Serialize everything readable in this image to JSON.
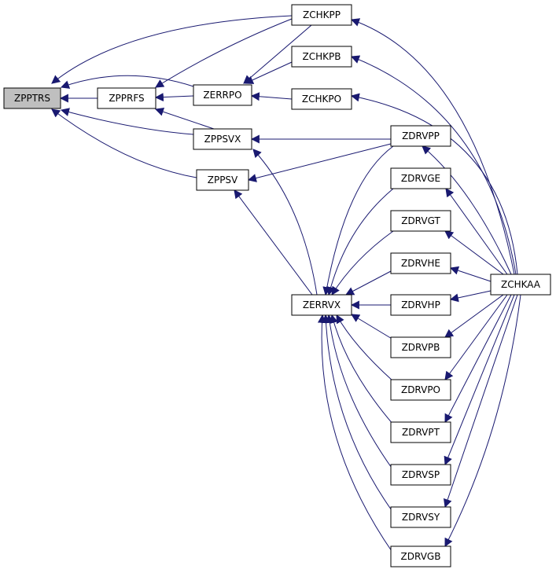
{
  "graph": {
    "edge_color": "#191970",
    "root_fill": "#bfbfbf",
    "nodes": {
      "zpptrs": "ZPPTRS",
      "zpprfs": "ZPPRFS",
      "zchkpp": "ZCHKPP",
      "zchkpb": "ZCHKPB",
      "zerrpo": "ZERRPO",
      "zchkpo": "ZCHKPO",
      "zppsvx": "ZPPSVX",
      "zppsv": "ZPPSV",
      "zdrvpp": "ZDRVPP",
      "zdrvge": "ZDRVGE",
      "zdrvgt": "ZDRVGT",
      "zdrvhe": "ZDRVHE",
      "zchkaa": "ZCHKAA",
      "zerrvx": "ZERRVX",
      "zdrvhp": "ZDRVHP",
      "zdrvpb": "ZDRVPB",
      "zdrvpo": "ZDRVPO",
      "zdrvpt": "ZDRVPT",
      "zdrvsp": "ZDRVSP",
      "zdrvsy": "ZDRVSY",
      "zdrvgb": "ZDRVGB"
    },
    "edges": [
      {
        "from": "zpprfs",
        "to": "zpptrs"
      },
      {
        "from": "zchkpp",
        "to": "zpptrs"
      },
      {
        "from": "zerrpo",
        "to": "zpptrs"
      },
      {
        "from": "zppsvx",
        "to": "zpptrs"
      },
      {
        "from": "zppsv",
        "to": "zpptrs"
      },
      {
        "from": "zchkpp",
        "to": "zpprfs"
      },
      {
        "from": "zerrpo",
        "to": "zpprfs"
      },
      {
        "from": "zppsvx",
        "to": "zpprfs"
      },
      {
        "from": "zchkpp",
        "to": "zerrpo"
      },
      {
        "from": "zchkpb",
        "to": "zerrpo"
      },
      {
        "from": "zchkpo",
        "to": "zerrpo"
      },
      {
        "from": "zchkaa",
        "to": "zchkpp"
      },
      {
        "from": "zchkaa",
        "to": "zchkpb"
      },
      {
        "from": "zchkaa",
        "to": "zchkpo"
      },
      {
        "from": "zdrvpp",
        "to": "zppsvx"
      },
      {
        "from": "zerrvx",
        "to": "zppsvx"
      },
      {
        "from": "zdrvpp",
        "to": "zppsv"
      },
      {
        "from": "zerrvx",
        "to": "zppsv"
      },
      {
        "from": "zdrvpp",
        "to": "zerrvx"
      },
      {
        "from": "zdrvge",
        "to": "zerrvx"
      },
      {
        "from": "zdrvgt",
        "to": "zerrvx"
      },
      {
        "from": "zdrvhe",
        "to": "zerrvx"
      },
      {
        "from": "zdrvhp",
        "to": "zerrvx"
      },
      {
        "from": "zdrvpb",
        "to": "zerrvx"
      },
      {
        "from": "zdrvpo",
        "to": "zerrvx"
      },
      {
        "from": "zdrvpt",
        "to": "zerrvx"
      },
      {
        "from": "zdrvsp",
        "to": "zerrvx"
      },
      {
        "from": "zdrvsy",
        "to": "zerrvx"
      },
      {
        "from": "zdrvgb",
        "to": "zerrvx"
      },
      {
        "from": "zchkaa",
        "to": "zdrvpp"
      },
      {
        "from": "zchkaa",
        "to": "zdrvge"
      },
      {
        "from": "zchkaa",
        "to": "zdrvgt"
      },
      {
        "from": "zchkaa",
        "to": "zdrvhe"
      },
      {
        "from": "zchkaa",
        "to": "zdrvhp"
      },
      {
        "from": "zchkaa",
        "to": "zdrvpb"
      },
      {
        "from": "zchkaa",
        "to": "zdrvpo"
      },
      {
        "from": "zchkaa",
        "to": "zdrvpt"
      },
      {
        "from": "zchkaa",
        "to": "zdrvsp"
      },
      {
        "from": "zchkaa",
        "to": "zdrvsy"
      },
      {
        "from": "zchkaa",
        "to": "zdrvgb"
      }
    ]
  }
}
